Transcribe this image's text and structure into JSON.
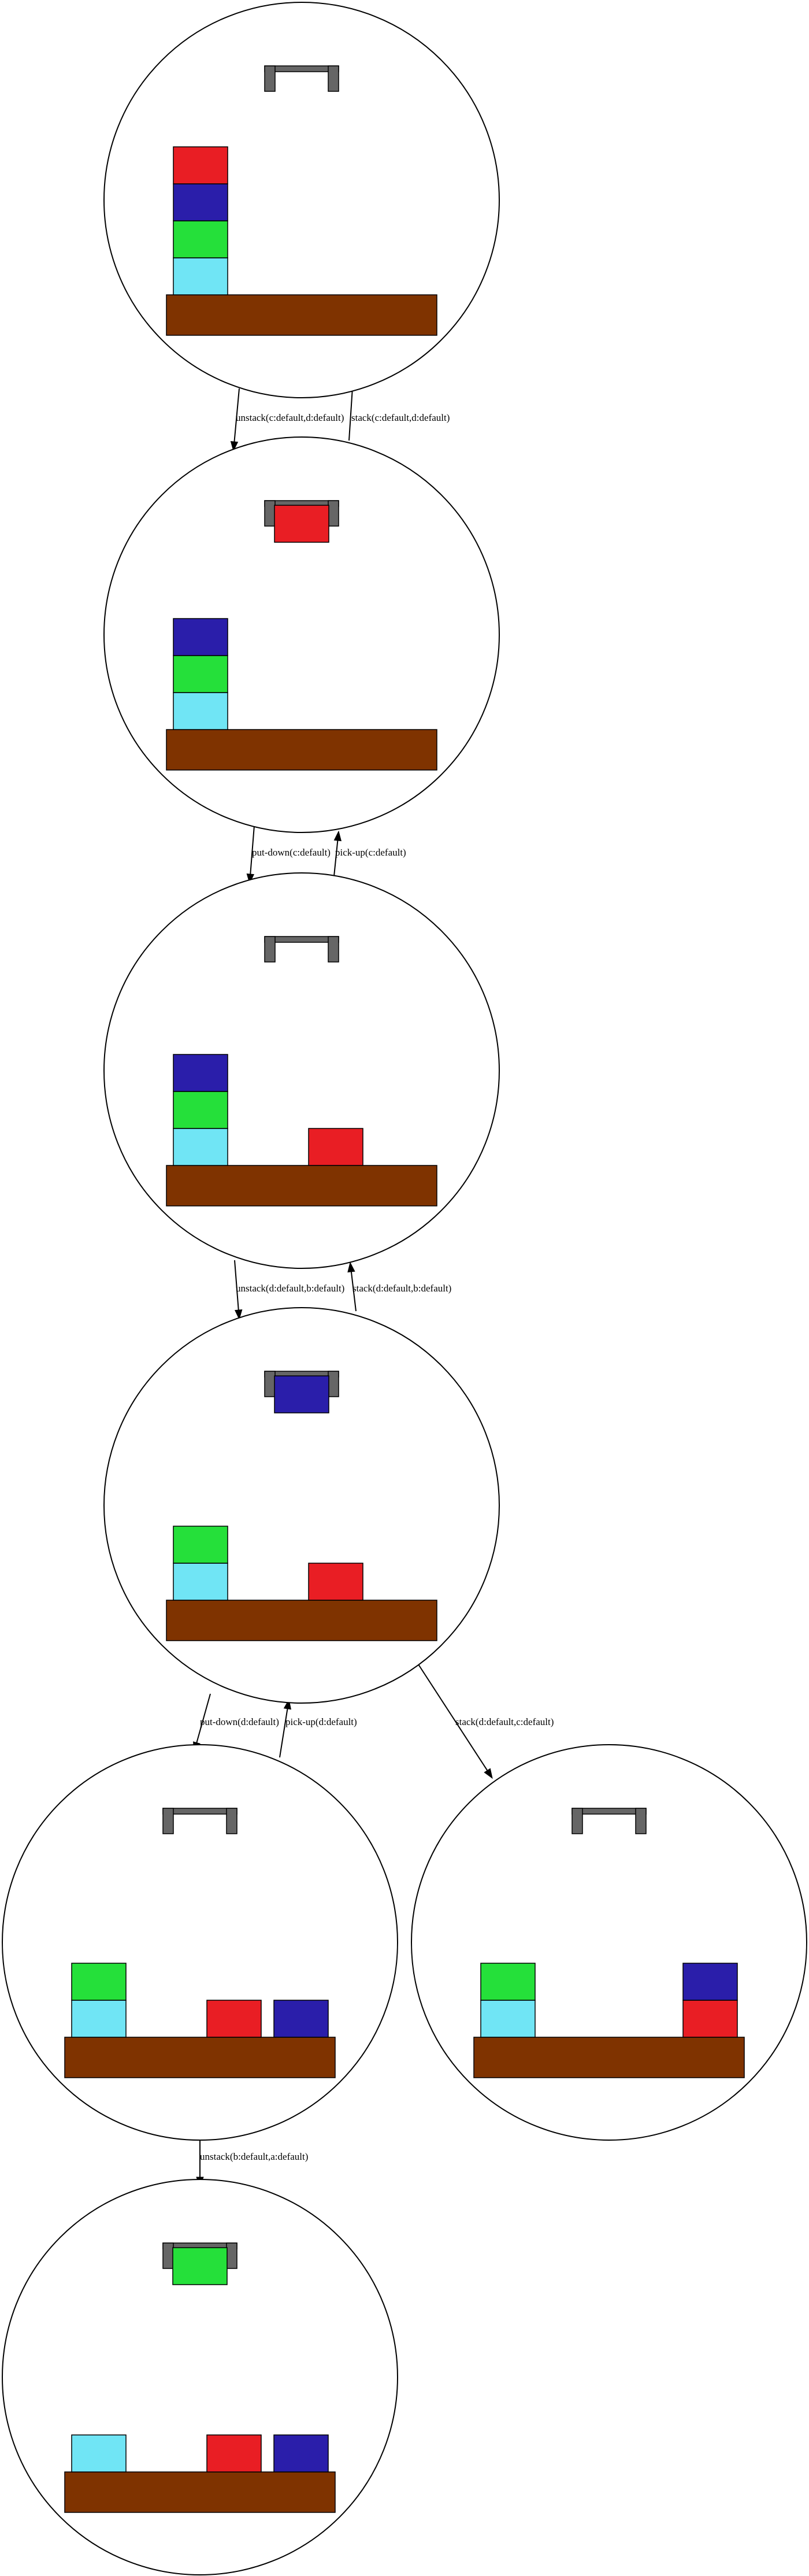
{
  "colors": {
    "table": "#7f3300",
    "gripper": "#666666",
    "a": "#70e5f5",
    "b": "#25e03a",
    "c": "#2a1eaa",
    "d": "#e91e24"
  },
  "states": [
    {
      "id": "s0",
      "holding": null,
      "stacks": [
        [
          "a",
          "b",
          "c",
          "d"
        ]
      ],
      "table_items": []
    },
    {
      "id": "s1",
      "holding": "d",
      "stacks": [
        [
          "a",
          "b",
          "c"
        ]
      ],
      "table_items": []
    },
    {
      "id": "s2",
      "holding": null,
      "stacks": [
        [
          "a",
          "b",
          "c"
        ]
      ],
      "table_items": [
        "d"
      ]
    },
    {
      "id": "s3",
      "holding": "c",
      "stacks": [
        [
          "a",
          "b"
        ]
      ],
      "table_items": [
        "d"
      ]
    },
    {
      "id": "s4",
      "holding": null,
      "stacks": [
        [
          "a",
          "b"
        ]
      ],
      "table_items": [
        "d",
        "c"
      ]
    },
    {
      "id": "s5",
      "holding": null,
      "stacks": [
        [
          "a",
          "b"
        ]
      ],
      "table_items": [
        "d_c"
      ]
    },
    {
      "id": "s6",
      "holding": "b",
      "stacks": [
        [
          "a"
        ]
      ],
      "table_items": [
        "d",
        "c"
      ]
    }
  ],
  "edges": [
    {
      "id": "e0",
      "from": "s0",
      "to": "s1",
      "label": "unstack(c:default,d:default)"
    },
    {
      "id": "e1",
      "from": "s1",
      "to": "s0",
      "label": "stack(c:default,d:default)"
    },
    {
      "id": "e2",
      "from": "s1",
      "to": "s2",
      "label": "put-down(c:default)"
    },
    {
      "id": "e3",
      "from": "s2",
      "to": "s1",
      "label": "pick-up(c:default)"
    },
    {
      "id": "e4",
      "from": "s2",
      "to": "s3",
      "label": "unstack(d:default,b:default)"
    },
    {
      "id": "e5",
      "from": "s3",
      "to": "s2",
      "label": "stack(d:default,b:default)"
    },
    {
      "id": "e6",
      "from": "s3",
      "to": "s4",
      "label": "put-down(d:default)"
    },
    {
      "id": "e7",
      "from": "s4",
      "to": "s3",
      "label": "pick-up(d:default)"
    },
    {
      "id": "e8",
      "from": "s3",
      "to": "s5",
      "label": "stack(d:default,c:default)"
    },
    {
      "id": "e9",
      "from": "s4",
      "to": "s6",
      "label": "unstack(b:default,a:default)"
    }
  ]
}
